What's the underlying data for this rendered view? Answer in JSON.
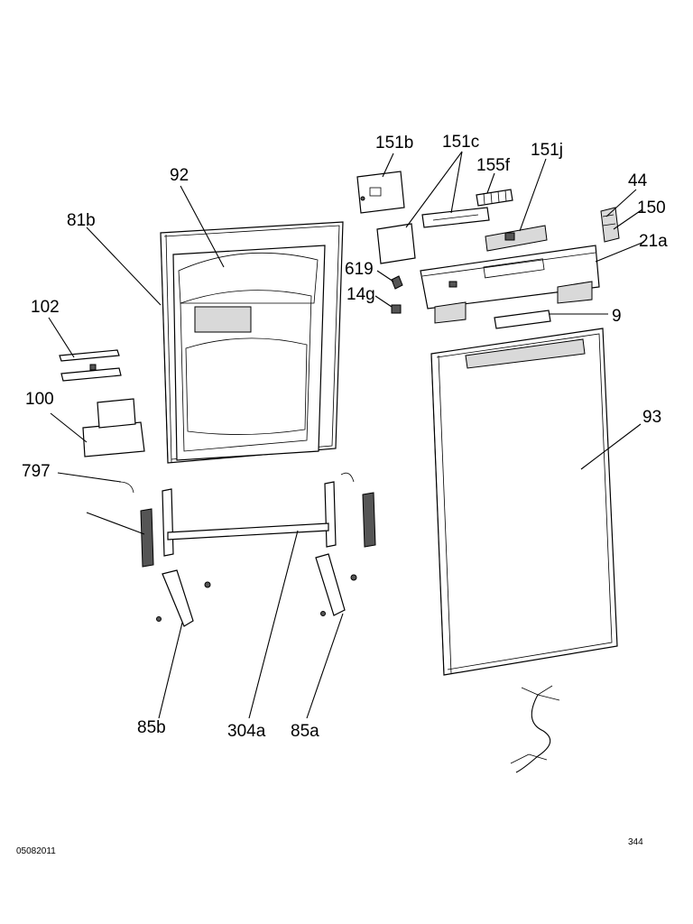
{
  "callouts": {
    "c151b": "151b",
    "c151c": "151c",
    "c155f": "155f",
    "c151j": "151j",
    "c44": "44",
    "c150": "150",
    "c21a": "21a",
    "c92": "92",
    "c81b": "81b",
    "c619": "619",
    "c14g": "14g",
    "c9": "9",
    "c102": "102",
    "c100": "100",
    "c93": "93",
    "c797": "797",
    "c85b": "85b",
    "c304a": "304a",
    "c85a": "85a"
  },
  "footer": {
    "code": "05082011",
    "page": "344"
  }
}
